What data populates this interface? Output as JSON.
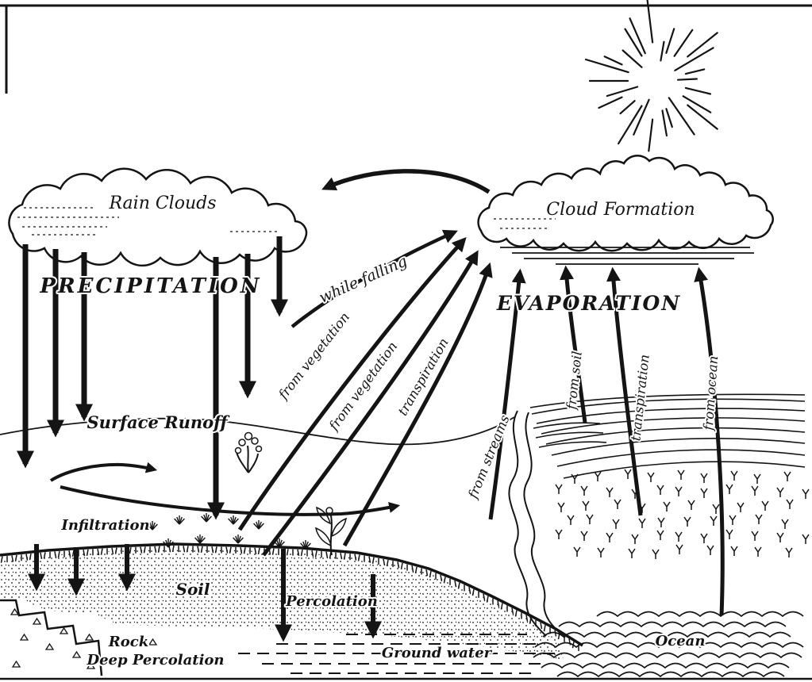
{
  "diagram": {
    "labels": {
      "rain_clouds": "Rain Clouds",
      "cloud_formation": "Cloud Formation",
      "precipitation": "PRECIPITATION",
      "evaporation": "EVAPORATION",
      "while_falling": "while falling",
      "from_vegetation_1": "from vegetation",
      "from_vegetation_2": "from vegetation",
      "transpiration_1": "transpiration",
      "from_streams": "from streams",
      "from_soil": "from soil",
      "transpiration_2": "transpiration",
      "from_ocean": "from ocean",
      "surface_runoff": "Surface Runoff",
      "infiltration": "Infiltration",
      "soil": "Soil",
      "percolation": "Percolation",
      "rock": "Rock",
      "deep_percolation": "Deep Percolation",
      "ground_water": "Ground water",
      "ocean": "Ocean"
    },
    "colors": {
      "ink": "#141414",
      "paper": "#ffffff"
    }
  }
}
